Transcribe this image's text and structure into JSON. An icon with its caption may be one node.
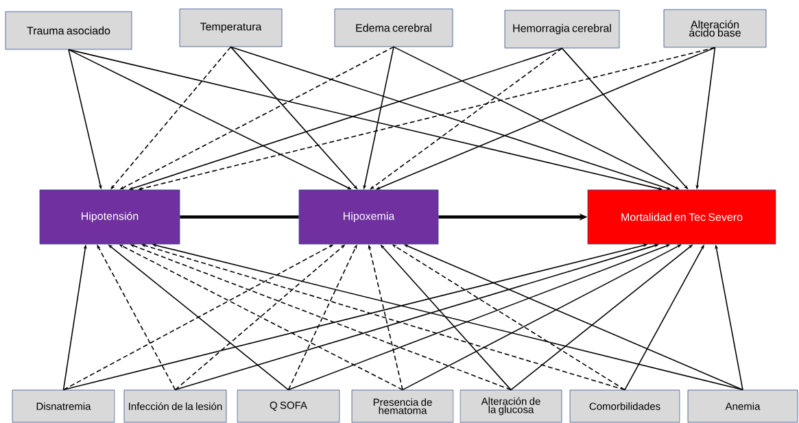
{
  "diagram": {
    "nodes": [
      {
        "text": [
          "Trauma asociado"
        ]
      },
      {
        "text": [
          "Temperatura"
        ]
      },
      {
        "text": [
          "Edema cerebral"
        ]
      },
      {
        "text": [
          "Hemorragia cerebral"
        ]
      },
      {
        "text": [
          "Alteración ácido base"
        ]
      },
      {
        "text": [
          "Hipotensión"
        ]
      },
      {
        "text": [
          "Hipoxemia"
        ]
      },
      {
        "text": [
          "Mortalidad en Tec Severo"
        ]
      },
      {
        "text": [
          "Disnatremia"
        ]
      },
      {
        "text": [
          "Infección de la lesión"
        ]
      },
      {
        "text": [
          "Q SOFA"
        ]
      },
      {
        "text": [
          "Presencia de hematoma"
        ]
      },
      {
        "text": [
          "Alteración de la glucosa"
        ]
      },
      {
        "text": [
          "Comorbilidades"
        ]
      },
      {
        "text": [
          "Anemia"
        ]
      }
    ],
    "edges": [
      {
        "from": 0,
        "to": 5,
        "arrow": "to"
      },
      {
        "from": 0,
        "to": 6,
        "arrow": "to"
      },
      {
        "from": 0,
        "to": 7,
        "arrow": "to"
      },
      {
        "from": 1,
        "to": 5,
        "arrow": "to",
        "style": "dashed"
      },
      {
        "from": 1,
        "to": 6,
        "arrow": "to"
      },
      {
        "from": 1,
        "to": 7,
        "arrow": "to"
      },
      {
        "from": 2,
        "to": 5,
        "arrow": "to",
        "style": "dashed"
      },
      {
        "from": 2,
        "to": 6,
        "arrow": "to"
      },
      {
        "from": 2,
        "to": 7,
        "arrow": "to"
      },
      {
        "from": 3,
        "to": 5,
        "arrow": "to"
      },
      {
        "from": 3,
        "to": 6,
        "arrow": "to",
        "style": "dashed"
      },
      {
        "from": 3,
        "to": 7,
        "arrow": "to"
      },
      {
        "from": 4,
        "to": 5,
        "arrow": "to",
        "style": "dashed"
      },
      {
        "from": 4,
        "to": 6,
        "arrow": "to"
      },
      {
        "from": 4,
        "to": 7,
        "arrow": "to"
      },
      {
        "from": 5,
        "to": 6,
        "arrow": "none",
        "style": "thick"
      },
      {
        "from": 6,
        "to": 7,
        "arrow": "to",
        "style": "thick"
      },
      {
        "from": 8,
        "to": 5,
        "arrow": "to"
      },
      {
        "from": 8,
        "to": 6,
        "arrow": "to",
        "style": "dashed"
      },
      {
        "from": 8,
        "to": 7,
        "arrow": "to"
      },
      {
        "from": 9,
        "to": 5,
        "arrow": "to",
        "style": "dashed"
      },
      {
        "from": 9,
        "to": 6,
        "arrow": "to",
        "style": "dashed"
      },
      {
        "from": 9,
        "to": 7,
        "arrow": "to"
      },
      {
        "from": 10,
        "to": 5,
        "arrow": "to"
      },
      {
        "from": 10,
        "to": 6,
        "arrow": "to",
        "style": "dashed"
      },
      {
        "from": 10,
        "to": 7,
        "arrow": "to"
      },
      {
        "from": 11,
        "to": 5,
        "arrow": "to",
        "style": "dashed"
      },
      {
        "from": 11,
        "to": 6,
        "arrow": "to",
        "style": "dashed"
      },
      {
        "from": 11,
        "to": 7,
        "arrow": "to"
      },
      {
        "from": 12,
        "to": 5,
        "arrow": "to",
        "style": "dashed"
      },
      {
        "from": 12,
        "to": 6,
        "arrow": "to"
      },
      {
        "from": 12,
        "to": 7,
        "arrow": "to"
      },
      {
        "from": 13,
        "to": 5,
        "arrow": "to",
        "style": "dashed"
      },
      {
        "from": 13,
        "to": 6,
        "arrow": "to",
        "style": "dashed"
      },
      {
        "from": 13,
        "to": 7,
        "arrow": "to"
      },
      {
        "from": 14,
        "to": 5,
        "arrow": "to"
      },
      {
        "from": 14,
        "to": 6,
        "arrow": "to"
      },
      {
        "from": 14,
        "to": 7,
        "arrow": "to"
      }
    ]
  }
}
